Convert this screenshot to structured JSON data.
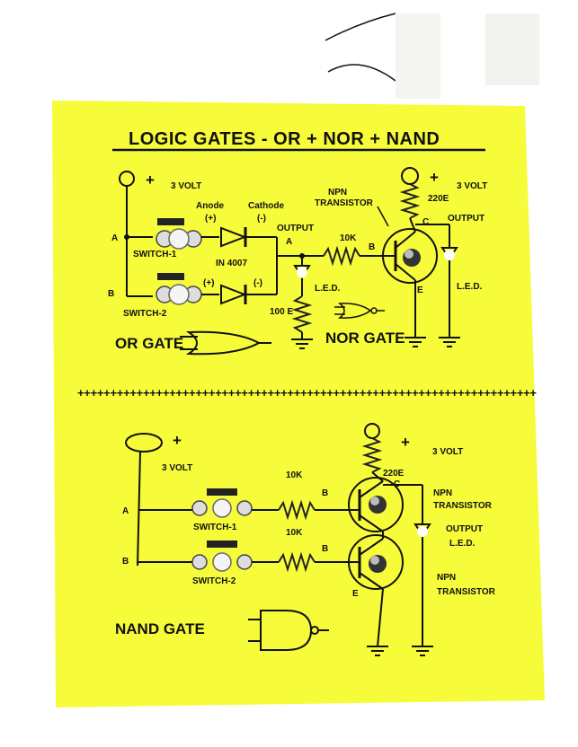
{
  "title": "LOGIC GATES - OR + NOR + NAND",
  "top": {
    "supply": "+",
    "volt_left": "3 VOLT",
    "anode": "Anode",
    "anode_sign": "(+)",
    "cathode": "Cathode",
    "cathode_sign": "(-)",
    "plus2": "(+)",
    "minus2": "(-)",
    "diode": "IN 4007",
    "input_a": "A",
    "input_b": "B",
    "switch1": "SWITCH-1",
    "switch2": "SWITCH-2",
    "output1": "OUTPUT",
    "node_a": "A",
    "led1": "L.E.D.",
    "res100": "100 E",
    "res10k": "10K",
    "base": "B",
    "npn_line1": "NPN",
    "npn_line2": "TRANSISTOR",
    "res220": "220E",
    "collector": "C",
    "emitter": "E",
    "supply2": "+",
    "volt_right": "3 VOLT",
    "output2": "OUTPUT",
    "led2": "L.E.D.",
    "or_gate": "OR GATE",
    "nor_gate": "NOR GATE"
  },
  "bottom": {
    "supply": "+",
    "volt_left": "3 VOLT",
    "input_a": "A",
    "input_b": "B",
    "switch1": "SWITCH-1",
    "switch2": "SWITCH-2",
    "res1": "10K",
    "res2": "10K",
    "base1": "B",
    "base2": "B",
    "collector": "C",
    "emitter": "E",
    "res220": "220E",
    "supply2": "+",
    "volt_right": "3 VOLT",
    "npn1_line1": "NPN",
    "npn1_line2": "TRANSISTOR",
    "output": "OUTPUT",
    "led": "L.E.D.",
    "npn2_line1": "NPN",
    "npn2_line2": "TRANSISTOR",
    "nand_gate": "NAND GATE"
  },
  "separator": "++++++++++++++++++++++++++++++++++++++++++++++++++++++++++++++++++++++",
  "colors": {
    "board": "#f6fb3a",
    "ink": "#111111",
    "led_glow": "#ffffff"
  }
}
